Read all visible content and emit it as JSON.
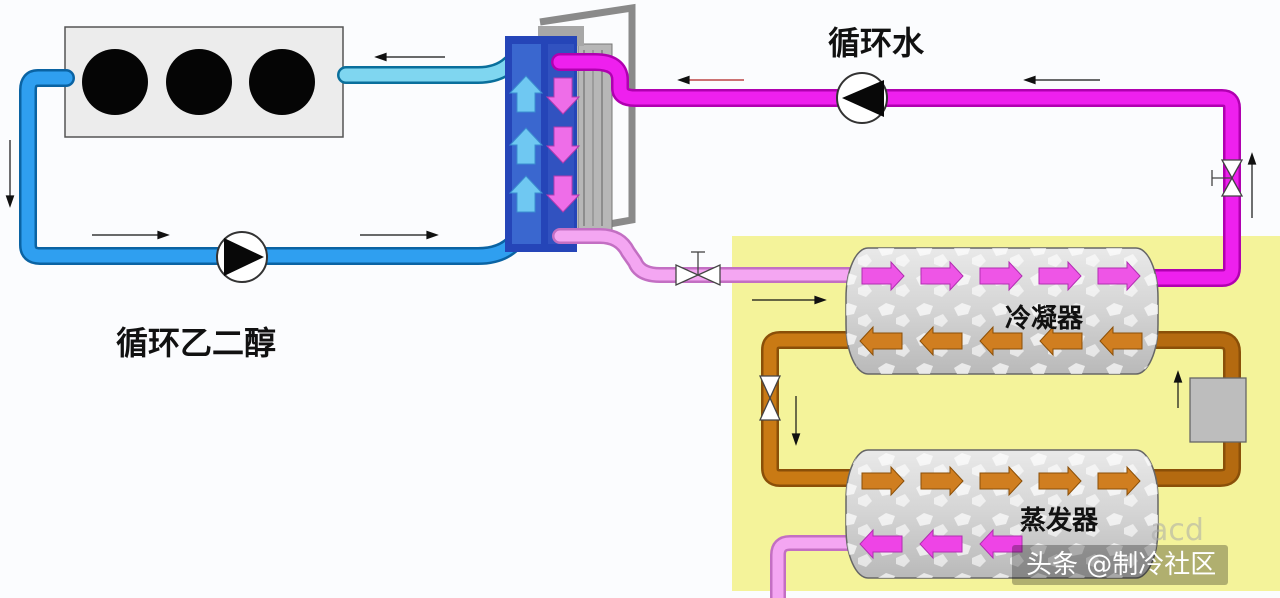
{
  "labels": {
    "circulating_water": "循环水",
    "circulating_glycol": "循环乙二醇",
    "condenser": "冷凝器",
    "evaporator": "蒸发器"
  },
  "watermark": {
    "text": "头条 @制冷社区",
    "faint_text": "acd"
  },
  "colors": {
    "water_loop": "#ee20ee",
    "glycol_loop": "#2f9ff0",
    "glycol_return": "#7fd6f0",
    "refrigerant_loop": "#c97a14",
    "unit_background": "#f4f39a",
    "exchanger_blue": "#2545b8"
  }
}
